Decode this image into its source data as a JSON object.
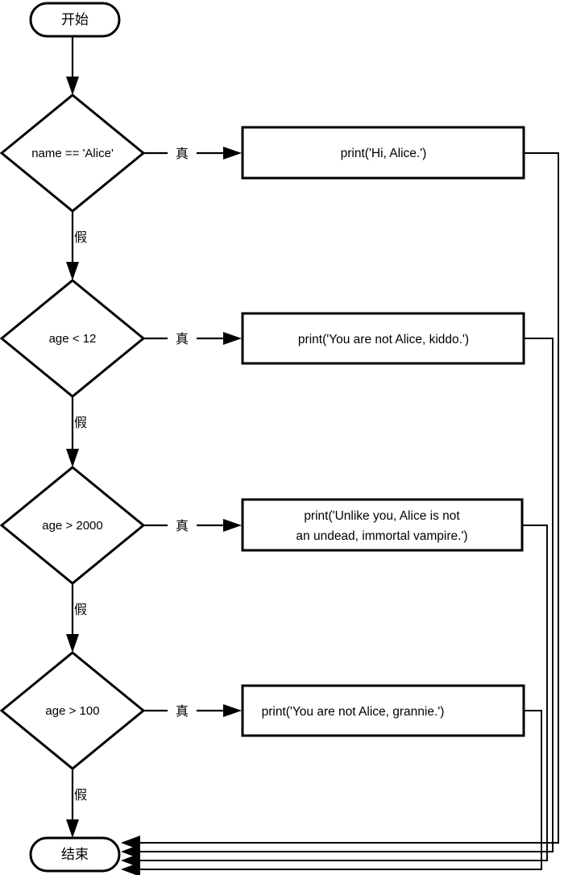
{
  "diagram": {
    "type": "flowchart",
    "title": "",
    "language": "zh-CN",
    "colors": {
      "background": "#ffffff",
      "stroke": "#000000",
      "fill": "#ffffff",
      "text": "#000000"
    },
    "start": {
      "label": "开始",
      "shape": "stadium"
    },
    "end": {
      "label": "结束",
      "shape": "stadium"
    },
    "edge_labels": {
      "true": "真",
      "false": "假"
    },
    "branches": [
      {
        "condition": "name == 'Alice'",
        "true_label": "真",
        "false_label": "假",
        "action_lines": [
          "print('Hi, Alice.')"
        ]
      },
      {
        "condition": "age < 12",
        "true_label": "真",
        "false_label": "假",
        "action_lines": [
          "print('You are not Alice, kiddo.')"
        ]
      },
      {
        "condition": "age > 2000",
        "true_label": "真",
        "false_label": "假",
        "action_lines": [
          "print('Unlike you, Alice is not",
          "an undead, immortal vampire.')"
        ]
      },
      {
        "condition": "age > 100",
        "true_label": "真",
        "false_label": "假",
        "action_lines": [
          "print('You are not Alice, grannie.')"
        ]
      }
    ]
  }
}
